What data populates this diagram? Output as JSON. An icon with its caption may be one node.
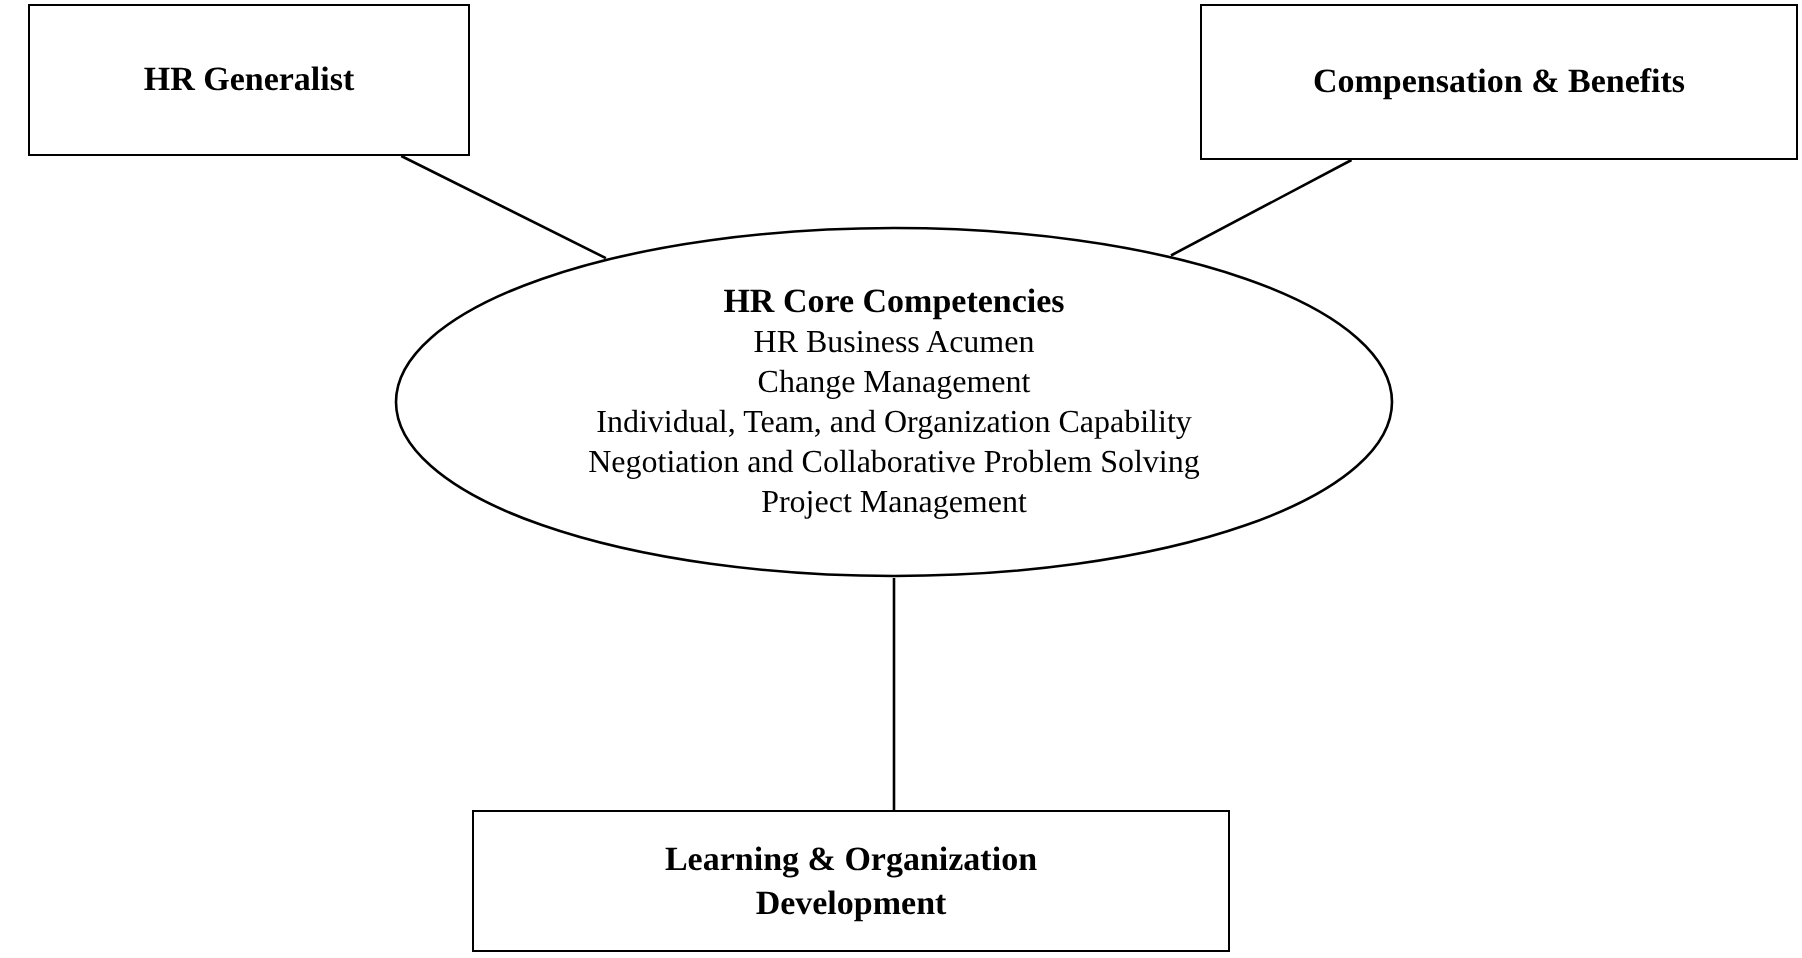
{
  "diagram": {
    "nodes": [
      {
        "text": [
          "HR Generalist"
        ]
      },
      {
        "text": [
          "Compensation & Benefits"
        ]
      },
      {
        "text": [
          "HR Core Competencies",
          "HR Business Acumen",
          "Change Management",
          "Individual, Team, and Organization Capability",
          "Negotiation and Collaborative Problem Solving",
          "Project Management"
        ]
      },
      {
        "text": [
          "Learning & Organization Development"
        ]
      }
    ],
    "edges": [
      {
        "from": 0,
        "to": 2,
        "arrow": "none"
      },
      {
        "from": 1,
        "to": 2,
        "arrow": "none"
      },
      {
        "from": 2,
        "to": 3,
        "arrow": "none"
      }
    ]
  }
}
